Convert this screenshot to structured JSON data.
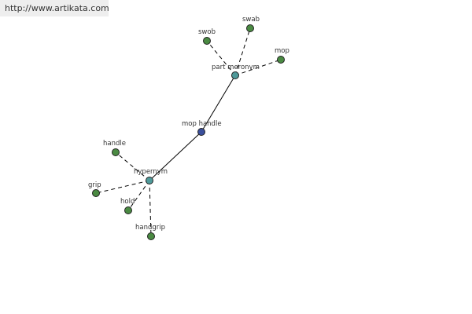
{
  "header": {
    "site_url": "http://www.artikata.com"
  },
  "colors": {
    "center": "#3a4f9c",
    "relation": "#4f9a9a",
    "term": "#4a8a42",
    "edge": "#000000"
  },
  "graph": {
    "center": {
      "id": "mop-handle",
      "label": "mop handle",
      "kind": "center"
    },
    "relations": [
      {
        "id": "part-meronym",
        "label": "part meronym",
        "kind": "relation",
        "terms": [
          {
            "id": "swob",
            "label": "swob"
          },
          {
            "id": "swab",
            "label": "swab"
          },
          {
            "id": "mop",
            "label": "mop"
          }
        ]
      },
      {
        "id": "hypernym",
        "label": "hypernym",
        "kind": "relation",
        "terms": [
          {
            "id": "handle",
            "label": "handle"
          },
          {
            "id": "grip",
            "label": "grip"
          },
          {
            "id": "hold",
            "label": "hold"
          },
          {
            "id": "handgrip",
            "label": "handgrip"
          }
        ]
      }
    ]
  }
}
